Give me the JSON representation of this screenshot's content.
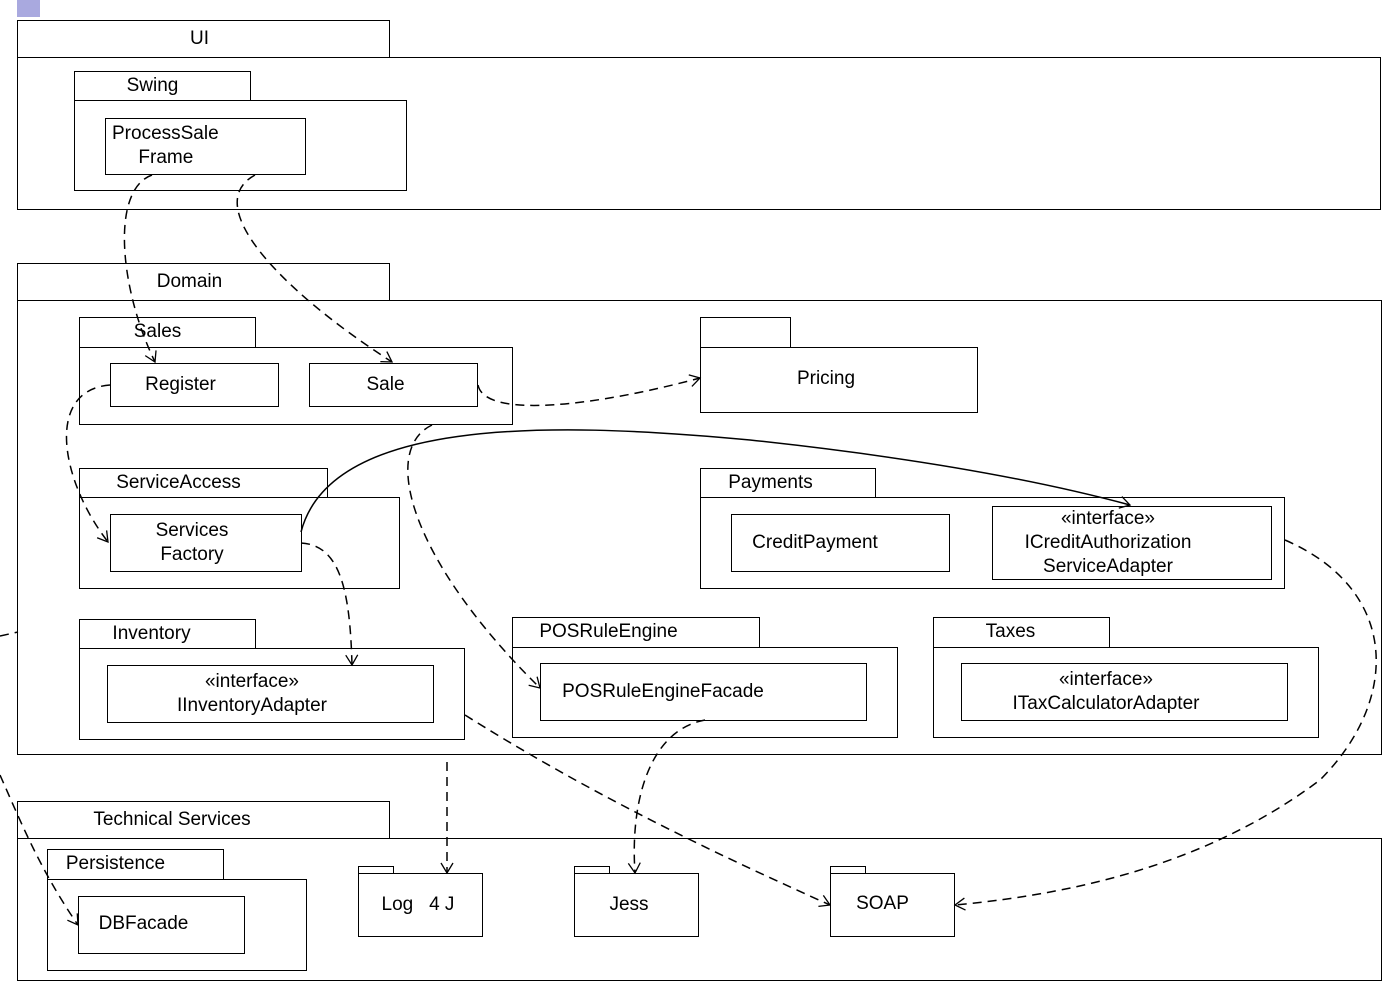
{
  "packages": {
    "ui": {
      "name": "UI",
      "swing": {
        "name": "Swing",
        "process_sale_frame": "ProcessSale\n     Frame"
      }
    },
    "domain": {
      "name": "Domain",
      "sales": {
        "name": "Sales",
        "register": "Register",
        "sale": "Sale"
      },
      "pricing": {
        "name": "Pricing"
      },
      "service_access": {
        "name": "ServiceAccess",
        "services_factory": "Services\nFactory"
      },
      "payments": {
        "name": "Payments",
        "credit_payment": "CreditPayment",
        "credit_auth_adapter": "«interface»\nICreditAuthorization\nServiceAdapter"
      },
      "inventory": {
        "name": "Inventory",
        "inventory_adapter": "«interface»\nIInventoryAdapter"
      },
      "pos_rule_engine": {
        "name": "POSRuleEngine",
        "facade": "POSRuleEngineFacade"
      },
      "taxes": {
        "name": "Taxes",
        "tax_adapter": "«interface»\nITaxCalculatorAdapter"
      }
    },
    "technical_services": {
      "name": "Technical Services",
      "persistence": {
        "name": "Persistence",
        "db_facade": "DBFacade"
      },
      "log4j": "Log   4 J",
      "jess": "Jess",
      "soap": "SOAP"
    }
  }
}
